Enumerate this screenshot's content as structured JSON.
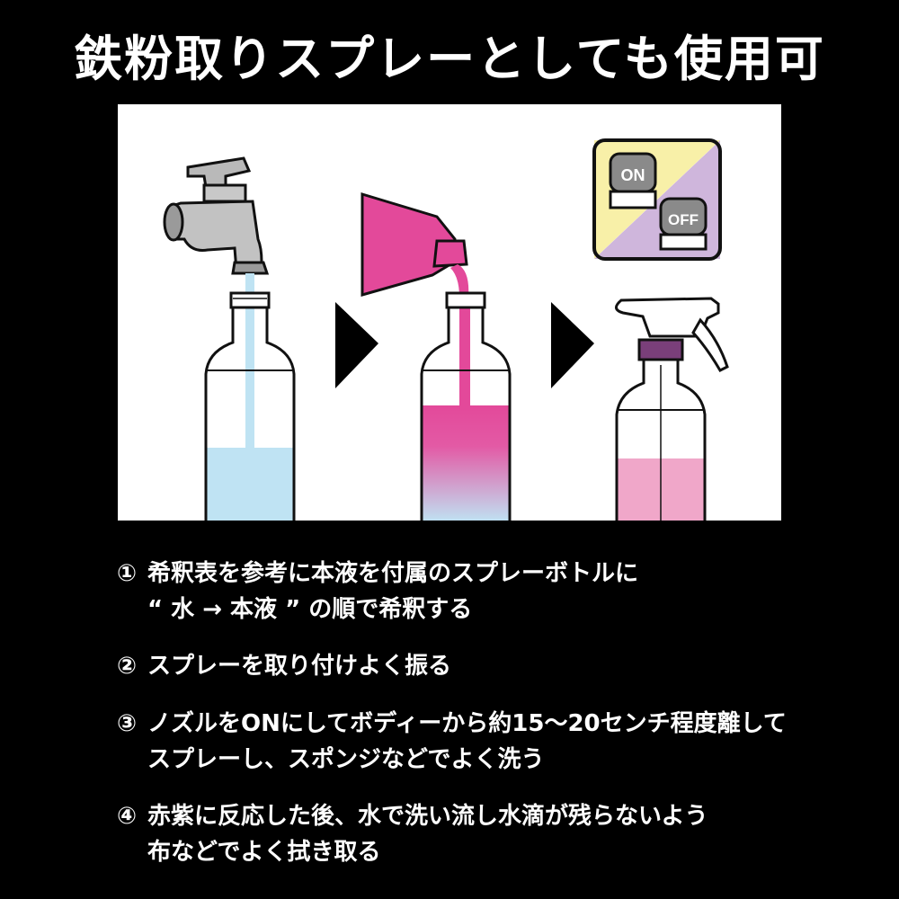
{
  "title": "鉄粉取りスプレーとしても使用可",
  "switch": {
    "on_label": "ON",
    "off_label": "OFF"
  },
  "colors": {
    "water": "#bfe3f3",
    "concentrate": "#e3499a",
    "mixed": "#f0a7c9",
    "on_bg": "#f8f0a8",
    "off_bg": "#cfb6dc"
  },
  "steps": [
    {
      "num": "①",
      "line1": "希釈表を参考に本液を付属のスプレーボトルに",
      "line2": "“ 水 → 本液 ” の順で希釈する"
    },
    {
      "num": "②",
      "line1": "スプレーを取り付けよく振る",
      "line2": ""
    },
    {
      "num": "③",
      "line1": "ノズルをONにしてボディーから約15〜20センチ程度離して",
      "line2": "スプレーし、スポンジなどでよく洗う"
    },
    {
      "num": "④",
      "line1": "赤紫に反応した後、水で洗い流し水滴が残らないよう",
      "line2": "布などでよく拭き取る"
    }
  ]
}
